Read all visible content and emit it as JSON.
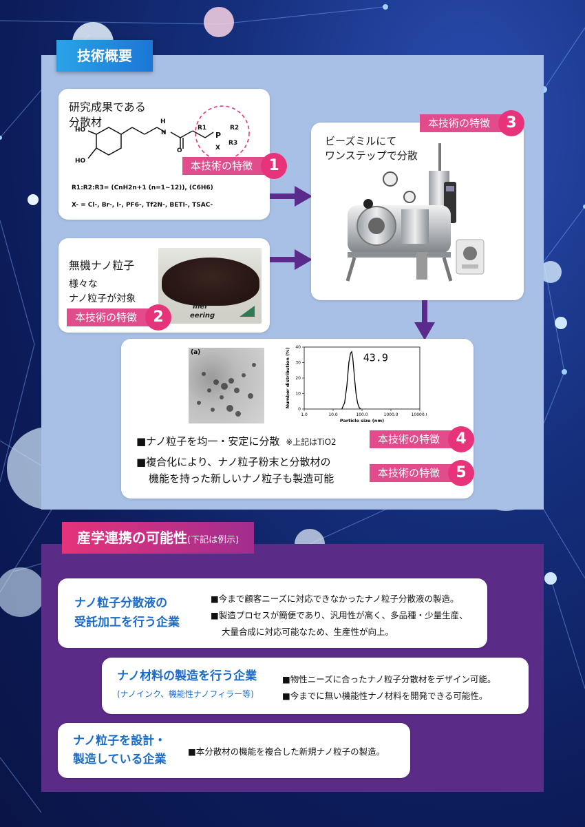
{
  "section1": {
    "heading": "技術概要",
    "feature_label": "本技術の特徴",
    "card_research": {
      "title_line1": "研究成果である",
      "title_line2": "分散材",
      "formula_r": "R1:R2:R3= (CnH2n+1 (n=1~12)), (C6H6)",
      "formula_x": "X- = Cl-, Br-, I-, PF6-, Tf2N-, BETI-, TSAC-",
      "atom_ho1": "HO",
      "atom_ho2": "HO",
      "atom_h": "H",
      "atom_n": "N",
      "atom_o": "O",
      "atom_p": "P",
      "atom_r1": "R1",
      "atom_r2": "R2",
      "atom_r3": "R3",
      "atom_x": "X",
      "feature_num": "1"
    },
    "card_nano": {
      "title": "無機ナノ粒子",
      "desc_line1": "様々な",
      "desc_line2": "ナノ粒子が対象",
      "photo_text_1": "mer",
      "photo_text_2": "eering",
      "feature_num": "2"
    },
    "card_beads": {
      "title_line1": "ビーズミルにて",
      "title_line2": "ワンステップで分散",
      "feature_num": "3"
    },
    "card_result": {
      "tem_label": "(a)",
      "chart_peak_label": "43.9",
      "bullet1_main": "■ナノ粒子を均一・安定に分散",
      "bullet1_note": "※上記はTiO2",
      "bullet2_line1": "■複合化により、ナノ粒子粉末と分散材の",
      "bullet2_line2": "機能を持った新しいナノ粒子も製造可能",
      "feature_num_4": "4",
      "feature_num_5": "5"
    }
  },
  "chart_data": {
    "type": "line",
    "xlabel": "Particle size (nm)",
    "ylabel": "Number distribution (%)",
    "x_scale": "log",
    "xlim": [
      1,
      10000
    ],
    "ylim": [
      0,
      40
    ],
    "x_ticks": [
      "1.0",
      "10.0",
      "100.0",
      "1000.0",
      "10000.0"
    ],
    "y_ticks": [
      "0",
      "10",
      "20",
      "30",
      "40"
    ],
    "annotation": "43.9",
    "x": [
      20,
      25,
      30,
      35,
      40,
      44,
      48,
      55,
      62,
      70,
      80,
      90
    ],
    "y": [
      0,
      4,
      15,
      30,
      36,
      37,
      33,
      20,
      10,
      4,
      1,
      0
    ]
  },
  "section2": {
    "heading": "産学連携の可能性",
    "heading_note": "(下記は例示)",
    "items": [
      {
        "name_line1": "ナノ粒子分散液の",
        "name_line2": "受託加工を行う企業",
        "bullets": [
          "■今まで顧客ニーズに対応できなかったナノ粒子分散液の製造。",
          "■製造プロセスが簡便であり、汎用性が高く、多品種・少量生産、",
          "大量合成に対応可能なため、生産性が向上。"
        ]
      },
      {
        "name_line1": "ナノ材料の製造を行う企業",
        "sub": "(ナノインク、機能性ナノフィラー等)",
        "bullets": [
          "■物性ニーズに合ったナノ粒子分散材をデザイン可能。",
          "■今までに無い機能性ナノ材料を開発できる可能性。"
        ]
      },
      {
        "name_line1": "ナノ粒子を設計・",
        "name_line2": "製造している企業",
        "bullets": [
          "■本分散材の機能を複合した新規ナノ粒子の製造。"
        ]
      }
    ]
  },
  "colors": {
    "accent_pink": "#e6337a",
    "accent_blue": "#1c6bc6",
    "arrow_purple": "#5a2a8c",
    "panel_blue": "#a9c0e6",
    "panel_purple": "#5b2b88"
  }
}
